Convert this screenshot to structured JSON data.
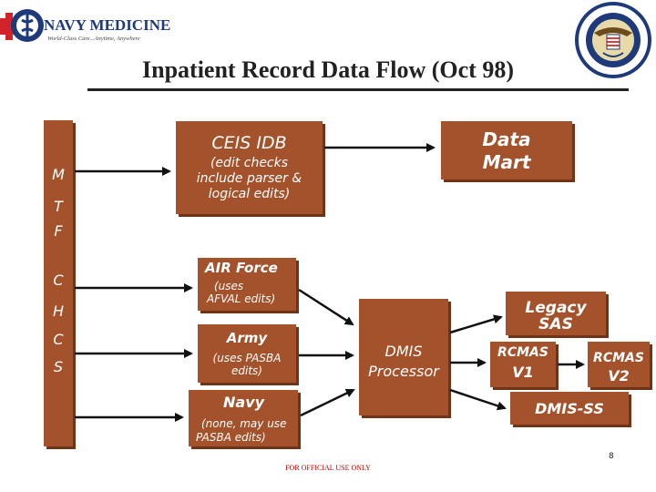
{
  "header": {
    "logo_title": "NAVY MEDICINE",
    "logo_tagline": "World-Class Care...Anytime, Anywhere"
  },
  "slide": {
    "title": "Inpatient Record Data Flow (Oct 98)",
    "footer": "FOR OFFICIAL USE ONLY",
    "page_number": "8"
  },
  "sidebar": {
    "letters": [
      "M",
      "T",
      "F",
      "C",
      "H",
      "C",
      "S"
    ]
  },
  "nodes": {
    "ceis": {
      "title": "CEIS IDB",
      "sub1": "(edit checks",
      "sub2": "include parser &",
      "sub3": "logical edits)"
    },
    "datamart": {
      "line1": "Data",
      "line2": "Mart"
    },
    "airforce": {
      "title": "AIR Force",
      "sub1": "(uses",
      "sub2": "AFVAL edits)"
    },
    "army": {
      "title": "Army",
      "sub1": "(uses PASBA",
      "sub2": "edits)"
    },
    "navy": {
      "title": "Navy",
      "sub1": "(none, may use",
      "sub2": "PASBA edits)"
    },
    "dmis": {
      "line1": "DMIS",
      "line2": "Processor"
    },
    "legacy": {
      "line1": "Legacy",
      "line2": "SAS"
    },
    "rcmas1": {
      "line1": "RCMAS",
      "line2": "V1"
    },
    "rcmas2": {
      "line1": "RCMAS",
      "line2": "V2"
    },
    "dmisss": {
      "label": "DMIS-SS"
    }
  },
  "colors": {
    "box": "#a3522b",
    "box_shadow": "#6f3318",
    "navy_blue": "#1f3a7a",
    "footer_red": "#b00000"
  }
}
